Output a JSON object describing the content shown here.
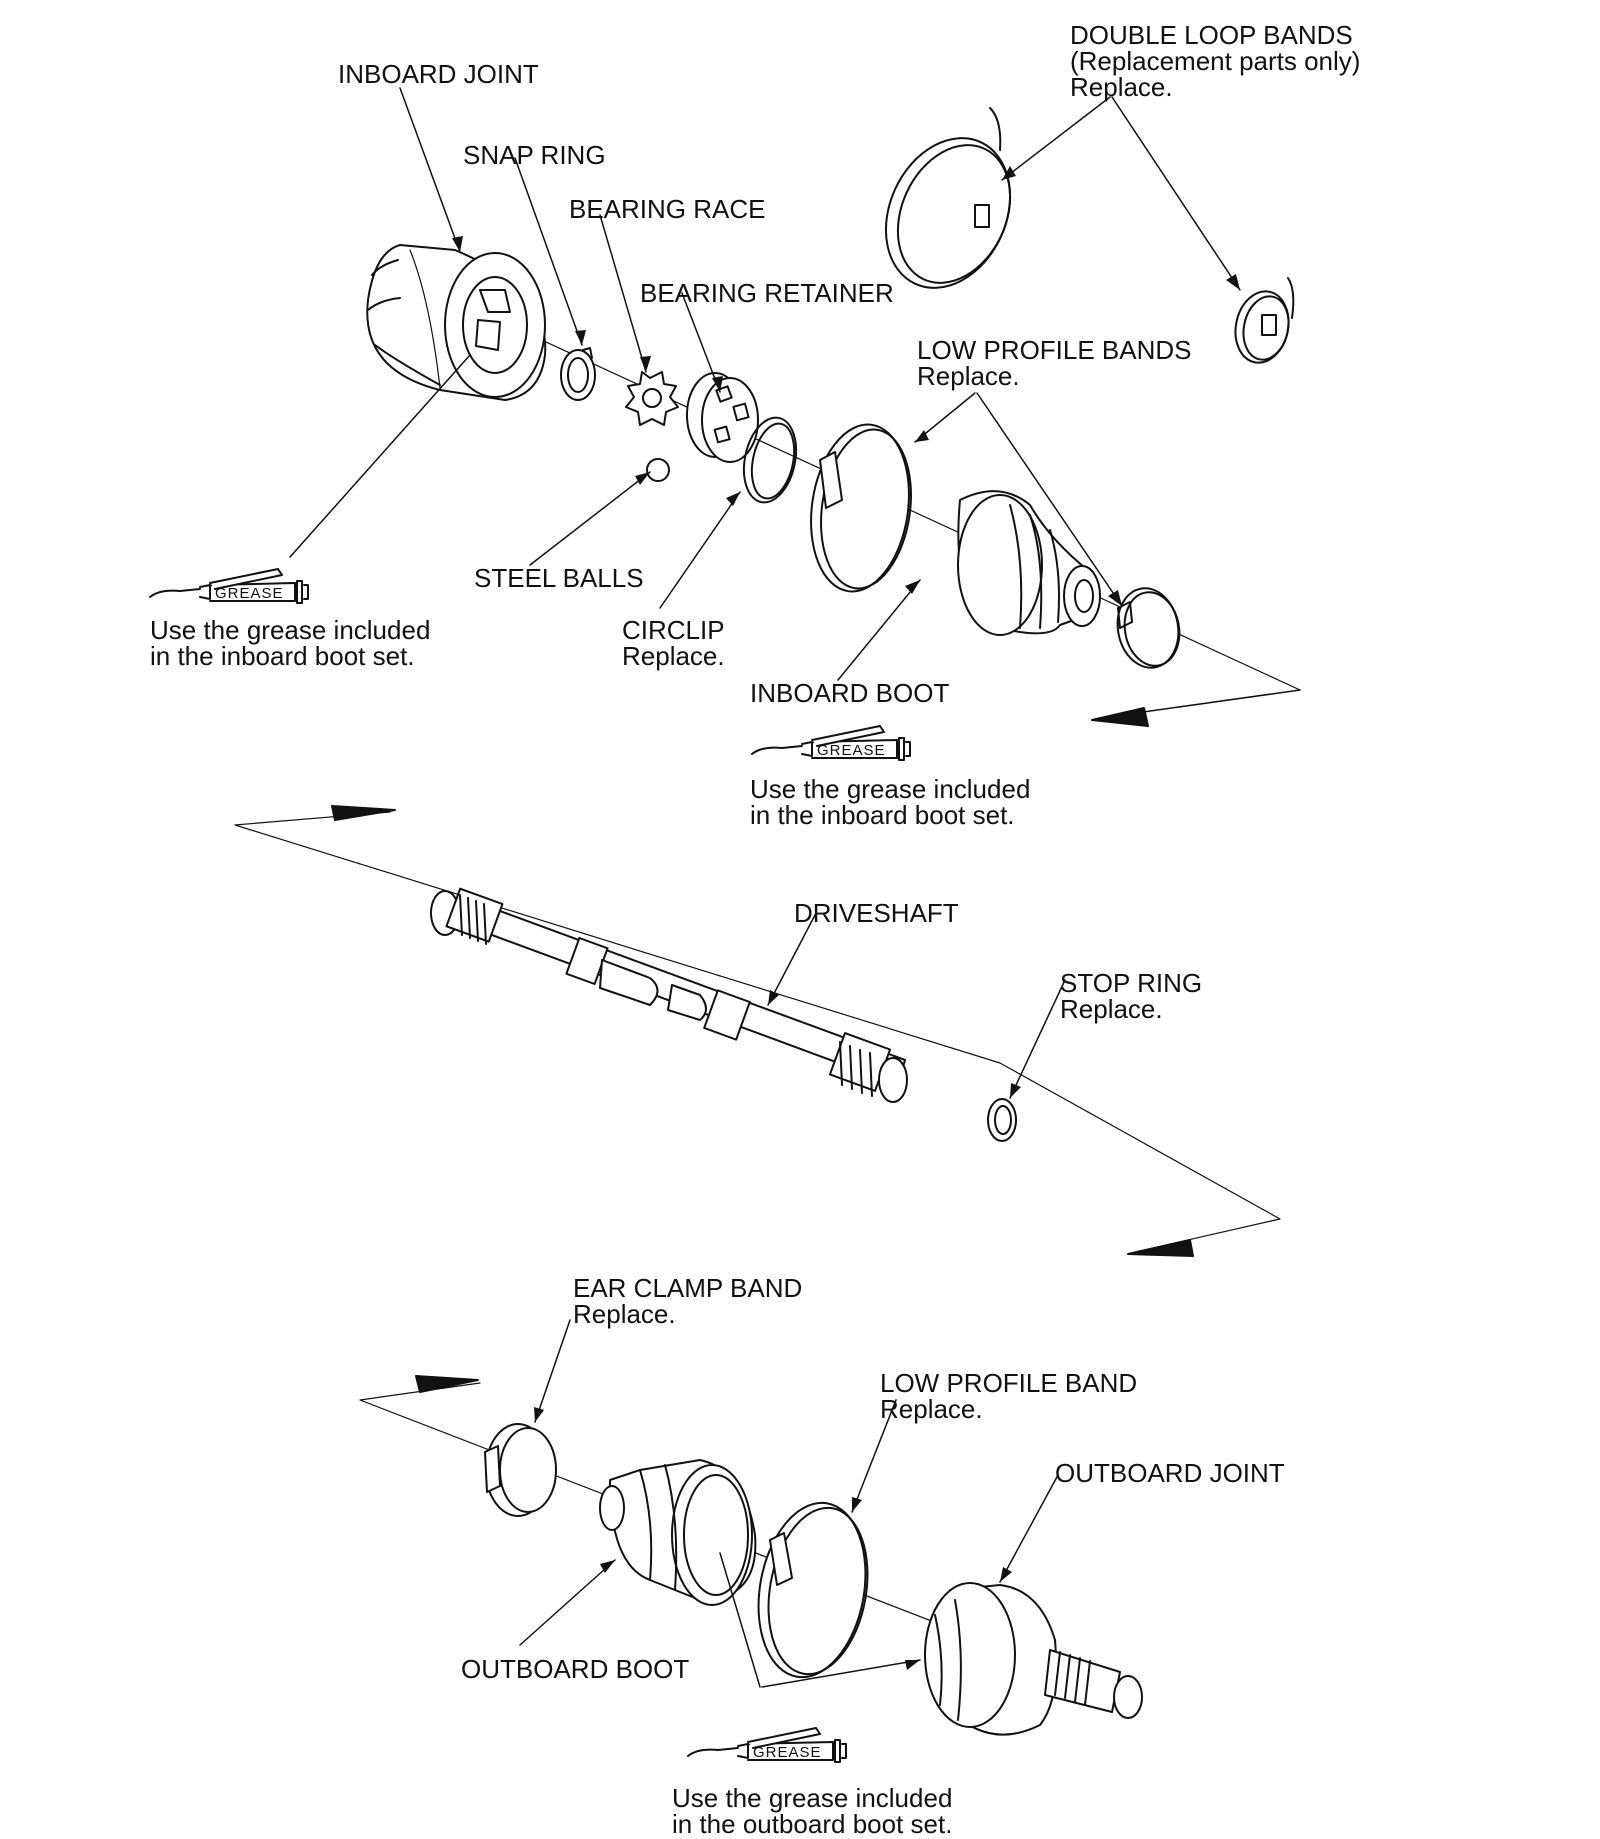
{
  "labels": {
    "double_loop_bands": {
      "line1": "DOUBLE LOOP BANDS",
      "line2": "(Replacement parts only)",
      "line3": "Replace."
    },
    "inboard_joint": "INBOARD JOINT",
    "snap_ring": "SNAP RING",
    "bearing_race": "BEARING RACE",
    "bearing_retainer": "BEARING RETAINER",
    "low_profile_bands": {
      "line1": "LOW PROFILE BANDS",
      "line2": "Replace."
    },
    "steel_balls": "STEEL BALLS",
    "circlip": {
      "line1": "CIRCLIP",
      "line2": "Replace."
    },
    "inboard_boot": "INBOARD BOOT",
    "driveshaft": "DRIVESHAFT",
    "stop_ring": {
      "line1": "STOP RING",
      "line2": "Replace."
    },
    "ear_clamp_band": {
      "line1": "EAR CLAMP BAND",
      "line2": "Replace."
    },
    "low_profile_band": {
      "line1": "LOW PROFILE BAND",
      "line2": "Replace."
    },
    "outboard_joint": "OUTBOARD JOINT",
    "outboard_boot": "OUTBOARD BOOT"
  },
  "grease_notes": {
    "icon_text": "GREASE",
    "inboard_joint": {
      "line1": "Use the grease included",
      "line2": "in the inboard boot set."
    },
    "inboard_boot": {
      "line1": "Use the grease included",
      "line2": "in the inboard boot set."
    },
    "outboard_boot": {
      "line1": "Use the grease included",
      "line2": "in the outboard boot set."
    }
  }
}
